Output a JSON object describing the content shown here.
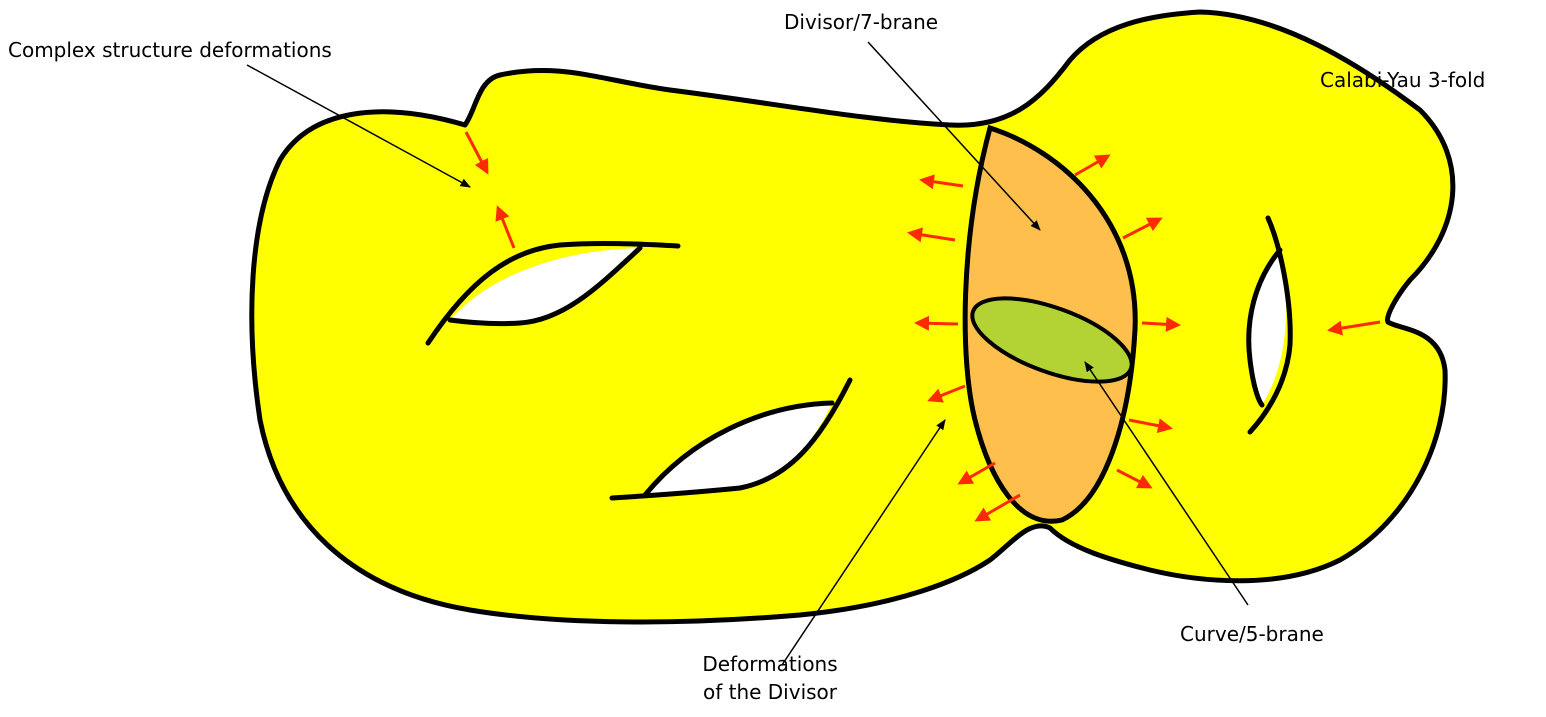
{
  "labels": {
    "complex_structure": "Complex structure deformations",
    "divisor": "Divisor/7-brane",
    "calabi_yau": "Calabi-Yau 3-fold",
    "curve": "Curve/5-brane",
    "deformations_divisor_line1": "Deformations",
    "deformations_divisor_line2": "of the Divisor"
  },
  "colors": {
    "manifold_fill": "#ffff00",
    "divisor_fill": "#ffbf4d",
    "curve_fill": "#b3d334",
    "arrow_red": "#ff2a00",
    "outline": "#000000"
  }
}
